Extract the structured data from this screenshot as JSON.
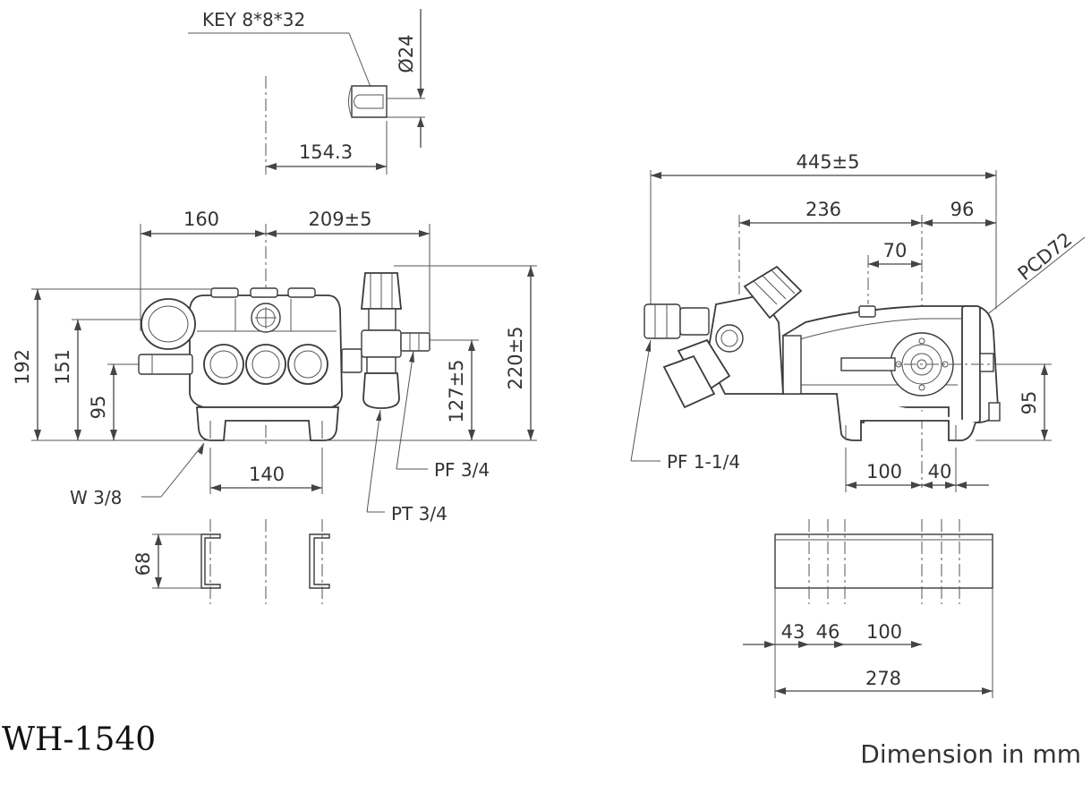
{
  "title": "WH-1540",
  "caption": "Dimension in mm",
  "shaft": {
    "key": "KEY 8*8*32",
    "diameter": "Ø24",
    "length": "154.3"
  },
  "front_view": {
    "width_left": "160",
    "width_right": "209±5",
    "height_total": "192",
    "height_inlet": "151",
    "height_shaft": "95",
    "height_outlet": "127±5",
    "height_unloader": "220±5",
    "foot_spacing": "140",
    "port_w": "W 3/8",
    "port_pt": "PT 3/4",
    "port_pf": "PF 3/4"
  },
  "side_view": {
    "length_total": "445±5",
    "length_body": "236",
    "length_flange": "96",
    "length_offset": "70",
    "pcd": "PCD72",
    "shaft_height": "95",
    "inlet_port": "PF 1-1/4",
    "foot_a": "100",
    "foot_b": "40"
  },
  "bracket_front": {
    "height": "68"
  },
  "bracket_side": {
    "d1": "43",
    "d2": "46",
    "d3": "100",
    "total": "278"
  },
  "colors": {
    "line": "#444444",
    "text": "#333333",
    "background": "#ffffff"
  }
}
